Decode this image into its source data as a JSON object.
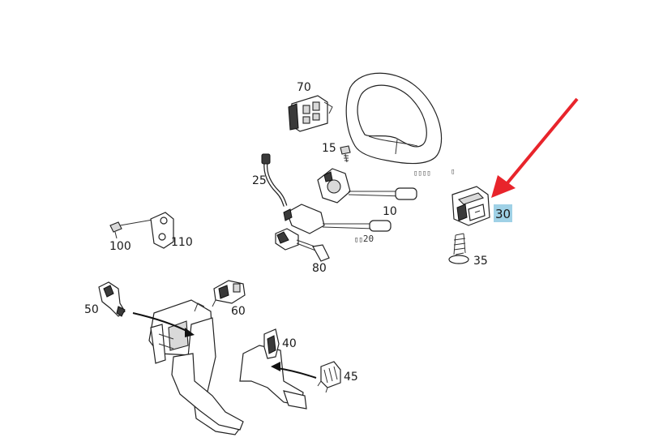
{
  "labels": {
    "p70": "70",
    "p15": "15",
    "p25": "25",
    "p10": "10",
    "p20": "20",
    "p30": "30",
    "p35": "35",
    "p100": "100",
    "p110": "110",
    "p80": "80",
    "p50": "50",
    "p60": "60",
    "p40": "40",
    "p45": "45"
  },
  "colors": {
    "arrow": "#e8242b",
    "highlight": "#9fd1e6",
    "line": "#222222"
  }
}
